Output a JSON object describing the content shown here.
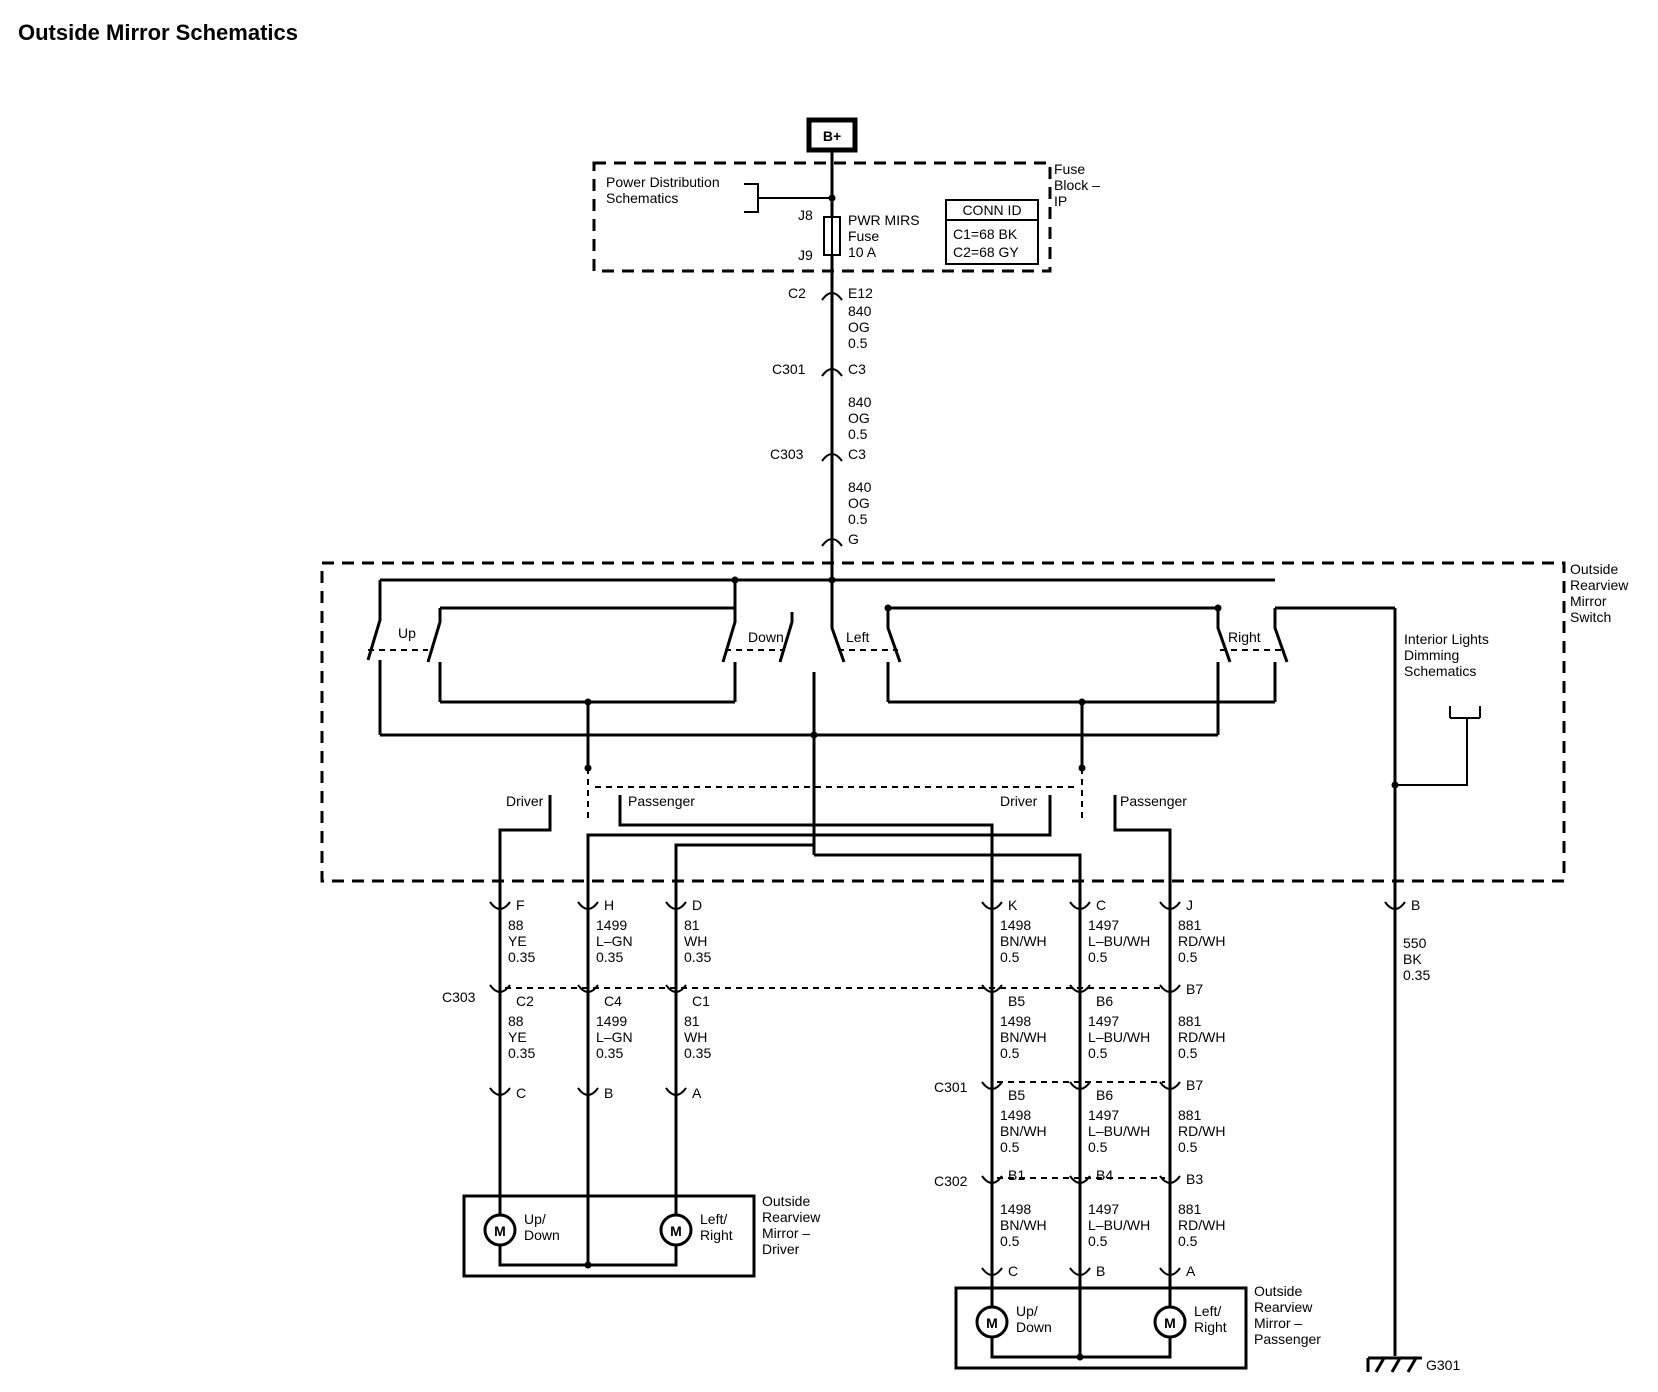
{
  "title": "Outside Mirror Schematics",
  "power": {
    "source": "B+",
    "pds_line1": "Power Distribution",
    "pds_line2": "Schematics",
    "fuse_pin_top": "J8",
    "fuse_pin_bottom": "J9",
    "fuse_name": "PWR MIRS",
    "fuse_word": "Fuse",
    "fuse_rating": "10 A",
    "fuse_block": [
      "Fuse",
      "Block –",
      "IP"
    ],
    "conn_id_title": "CONN ID",
    "conn_id_1": "C1=68 BK",
    "conn_id_2": "C2=68 GY"
  },
  "feed": {
    "c2": "C2",
    "e12": "E12",
    "wire1": [
      "840",
      "OG",
      "0.5"
    ],
    "c301": "C301",
    "c3a": "C3",
    "wire2": [
      "840",
      "OG",
      "0.5"
    ],
    "c303": "C303",
    "c3b": "C3",
    "wire3": [
      "840",
      "OG",
      "0.5"
    ],
    "g": "G"
  },
  "switch": {
    "name": [
      "Outside",
      "Rearview",
      "Mirror",
      "Switch"
    ],
    "up": "Up",
    "down": "Down",
    "left": "Left",
    "right": "Right",
    "dimming": [
      "Interior Lights",
      "Dimming",
      "Schematics"
    ],
    "driver1": "Driver",
    "passenger1": "Passenger",
    "driver2": "Driver",
    "passenger2": "Passenger"
  },
  "pins": {
    "f": "F",
    "h": "H",
    "d": "D",
    "k": "K",
    "c": "C",
    "j": "J",
    "b": "B"
  },
  "wires_top": {
    "f": [
      "88",
      "YE",
      "0.35"
    ],
    "h": [
      "1499",
      "L–GN",
      "0.35"
    ],
    "d": [
      "81",
      "WH",
      "0.35"
    ],
    "k": [
      "1498",
      "BN/WH",
      "0.5"
    ],
    "c": [
      "1497",
      "L–BU/WH",
      "0.5"
    ],
    "j": [
      "881",
      "RD/WH",
      "0.5"
    ],
    "b": [
      "550",
      "BK",
      "0.35"
    ]
  },
  "c303": {
    "name": "C303",
    "c2": "C2",
    "c4": "C4",
    "c1": "C1",
    "b5": "B5",
    "b6": "B6",
    "b7": "B7"
  },
  "wires_mid": {
    "f": [
      "88",
      "YE",
      "0.35"
    ],
    "h": [
      "1499",
      "L–GN",
      "0.35"
    ],
    "d": [
      "81",
      "WH",
      "0.35"
    ],
    "k": [
      "1498",
      "BN/WH",
      "0.5"
    ],
    "c": [
      "1497",
      "L–BU/WH",
      "0.5"
    ],
    "j": [
      "881",
      "RD/WH",
      "0.5"
    ]
  },
  "driver_conn": {
    "c": "C",
    "b": "B",
    "a": "A"
  },
  "c301": {
    "name": "C301",
    "b5": "B5",
    "b6": "B6",
    "b7": "B7"
  },
  "wires_c301": {
    "k": [
      "1498",
      "BN/WH",
      "0.5"
    ],
    "c": [
      "1497",
      "L–BU/WH",
      "0.5"
    ],
    "j": [
      "881",
      "RD/WH",
      "0.5"
    ]
  },
  "c302": {
    "name": "C302",
    "b1": "B1",
    "b4": "B4",
    "b3": "B3"
  },
  "wires_c302": {
    "k": [
      "1498",
      "BN/WH",
      "0.5"
    ],
    "c": [
      "1497",
      "L–BU/WH",
      "0.5"
    ],
    "j": [
      "881",
      "RD/WH",
      "0.5"
    ]
  },
  "pass_conn": {
    "c": "C",
    "b": "B",
    "a": "A"
  },
  "driver_mirror": {
    "motor": "M",
    "updown": [
      "Up/",
      "Down"
    ],
    "leftright": [
      "Left/",
      "Right"
    ],
    "name": [
      "Outside",
      "Rearview",
      "Mirror –",
      "Driver"
    ]
  },
  "pass_mirror": {
    "motor": "M",
    "updown": [
      "Up/",
      "Down"
    ],
    "leftright": [
      "Left/",
      "Right"
    ],
    "name": [
      "Outside",
      "Rearview",
      "Mirror –",
      "Passenger"
    ]
  },
  "ground": "G301"
}
